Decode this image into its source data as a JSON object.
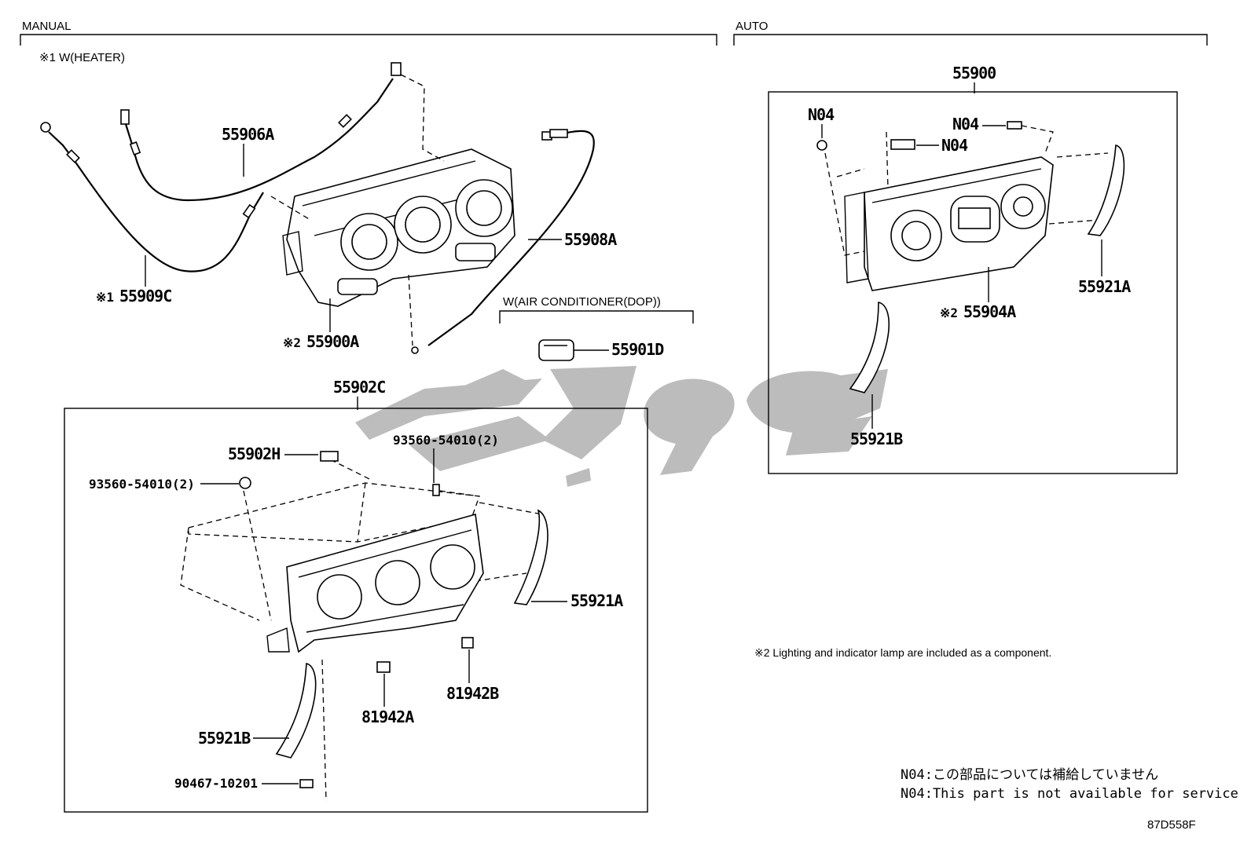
{
  "sections": {
    "manual": "MANUAL",
    "auto": "AUTO",
    "heater_note": "※1 W(HEATER)",
    "ac_note": "W(AIR CONDITIONER(DOP))"
  },
  "labels": {
    "p55906A": "55906A",
    "p55909C": "55909C",
    "p55909C_mark": "※1",
    "p55900A": "55900A",
    "p55900A_mark": "※2",
    "p55908A": "55908A",
    "p55901D": "55901D",
    "p55902C": "55902C",
    "p55902H": "55902H",
    "p93560_left": "93560-54010(2)",
    "p93560_right": "93560-54010(2)",
    "p55921A_manual": "55921A",
    "p81942A": "81942A",
    "p81942B": "81942B",
    "p55921B_manual": "55921B",
    "p90467": "90467-10201",
    "p55900": "55900",
    "pN04_a": "N04",
    "pN04_b": "N04",
    "pN04_c": "N04",
    "p55904A": "55904A",
    "p55904A_mark": "※2",
    "p55921A_auto": "55921A",
    "p55921B_auto": "55921B"
  },
  "notes": {
    "lighting": "※2 Lighting and indicator lamp are included as a component.",
    "n04_jp": "N04:この部品については補給していません",
    "n04_en": "N04:This part is not available for service",
    "drawing_code": "87D558F"
  },
  "watermark": {
    "color": "#b9b9b9"
  }
}
